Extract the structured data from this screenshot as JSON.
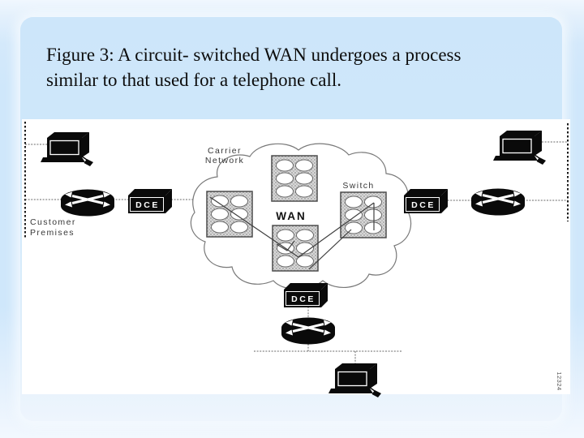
{
  "slide": {
    "title": {
      "line1": "Figure 3: A circuit- switched WAN undergoes a process",
      "line2": "similar to that used for a telephone call."
    }
  },
  "diagram": {
    "carrier_network_label": {
      "line1": "Carrier",
      "line2": "Network"
    },
    "wan_label": "WAN",
    "switch_label": "Switch",
    "customer_premises_label": {
      "line1": "Customer",
      "line2": "Premises"
    },
    "dce_labels": {
      "left": "DCE",
      "right": "DCE",
      "bottom": "DCE"
    },
    "figure_ref": "12324",
    "icons": {
      "workstation": "workstation-icon",
      "router": "router-icon",
      "dce_device": "dce-device-icon",
      "switch_matrix": "switch-matrix-icon",
      "cloud": "wan-cloud-shape"
    }
  },
  "colors": {
    "slide_background": "#f0f7fe",
    "panel_blue": "#cfe7fb",
    "diagram_background": "#ffffff",
    "device_black": "#0a0a0a",
    "switch_fill": "#d8d8d8",
    "switch_dot": "#969696",
    "connection_line": "#6a6a6a",
    "label_text": "#383838",
    "title_text": "#0d0d0d"
  }
}
